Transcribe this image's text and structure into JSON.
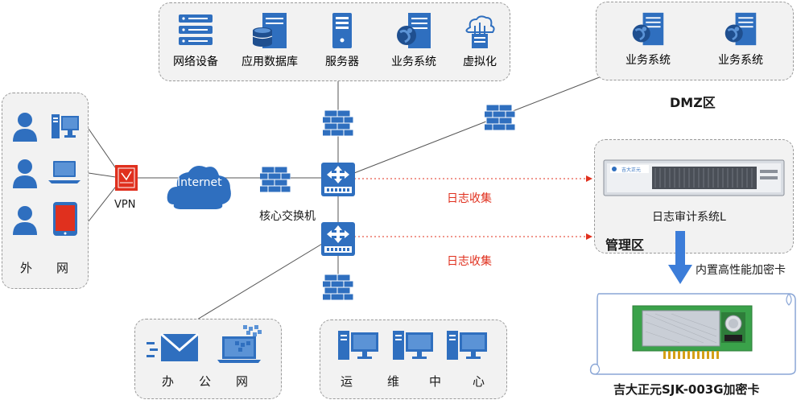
{
  "datacenter": {
    "items": [
      {
        "label": "网络设备",
        "icon": "network-device-icon"
      },
      {
        "label": "应用数据库",
        "icon": "database-server-icon"
      },
      {
        "label": "服务器",
        "icon": "server-tower-icon"
      },
      {
        "label": "业务系统",
        "icon": "business-system-icon"
      },
      {
        "label": "虚拟化",
        "icon": "cloud-virtualization-icon"
      }
    ]
  },
  "dmz": {
    "items": [
      {
        "label": "业务系统",
        "icon": "business-system-icon"
      },
      {
        "label": "业务系统",
        "icon": "business-system-icon"
      }
    ],
    "title": "DMZ区"
  },
  "external": {
    "title_left": "外",
    "title_right": "网"
  },
  "vpn": {
    "label": "VPN"
  },
  "internet": {
    "label": "Internet"
  },
  "core_switch": {
    "label": "核心交换机"
  },
  "log_links": {
    "upper": "日志收集",
    "lower": "日志收集"
  },
  "management": {
    "device_label": "日志审计系统L",
    "zone_title": "管理区",
    "brand_plate": "吉大正元"
  },
  "card": {
    "arrow_label": "内置高性能加密卡",
    "title": "吉大正元SJK-003G加密卡"
  },
  "office": {
    "chars": [
      "办",
      "公",
      "网"
    ]
  },
  "ops": {
    "chars": [
      "运",
      "维",
      "中",
      "心"
    ]
  },
  "colors": {
    "icon_blue": "#2f6fbf",
    "icon_dark": "#1f4f8f",
    "zone_bg": "#f2f2f2",
    "log_red": "#e0301e",
    "arrow_blue": "#3c7dd9"
  }
}
